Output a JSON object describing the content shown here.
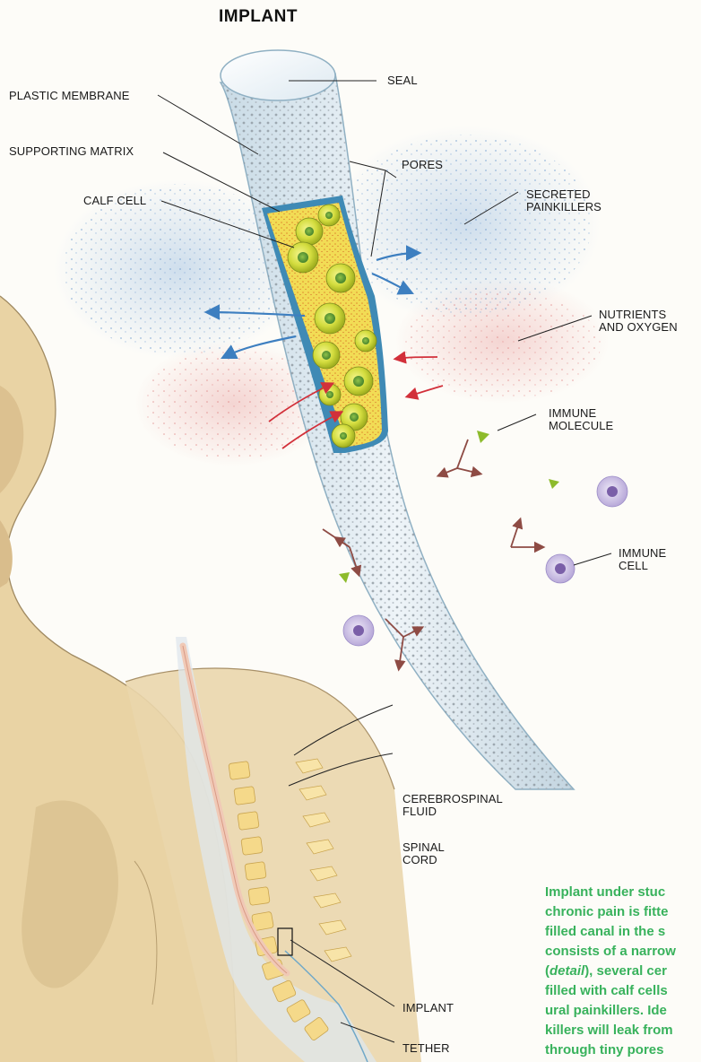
{
  "title": "IMPLANT",
  "labels": {
    "seal": "SEAL",
    "plastic_membrane": "PLASTIC MEMBRANE",
    "supporting_matrix": "SUPPORTING MATRIX",
    "calf_cell": "CALF CELL",
    "pores": "PORES",
    "secreted_painkillers": "SECRETED\nPAINKILLERS",
    "nutrients_oxygen": "NUTRIENTS\nAND OXYGEN",
    "immune_molecule": "IMMUNE\nMOLECULE",
    "immune_cell": "IMMUNE\nCELL",
    "cerebrospinal_fluid": "CEREBROSPINAL\nFLUID",
    "spinal_cord": "SPINAL\nCORD",
    "implant_small": "IMPLANT",
    "tether": "TETHER"
  },
  "caption": {
    "line1": "Implant under stuc",
    "line2": "chronic pain is fitte",
    "line3": "filled canal in the s",
    "line4": "consists of a narrow",
    "line5_open": "(",
    "line5_italic": "detail",
    "line5_rest": "), several cer",
    "line6": "filled with calf cells",
    "line7": "ural painkillers. Ide",
    "line8": "killers will leak from",
    "line9": "through tiny pores"
  },
  "colors": {
    "caption_green": "#38b25c",
    "skin": "#e9d3a4",
    "tube_blue": "#d6e6ef",
    "cell_yellow": "#d9e04a",
    "painkiller_blue": "#3d7fc0",
    "nutrient_red": "#d2303a",
    "immune_purple": "#b5a6d8",
    "immune_molecule_green": "#8dbb2c"
  }
}
